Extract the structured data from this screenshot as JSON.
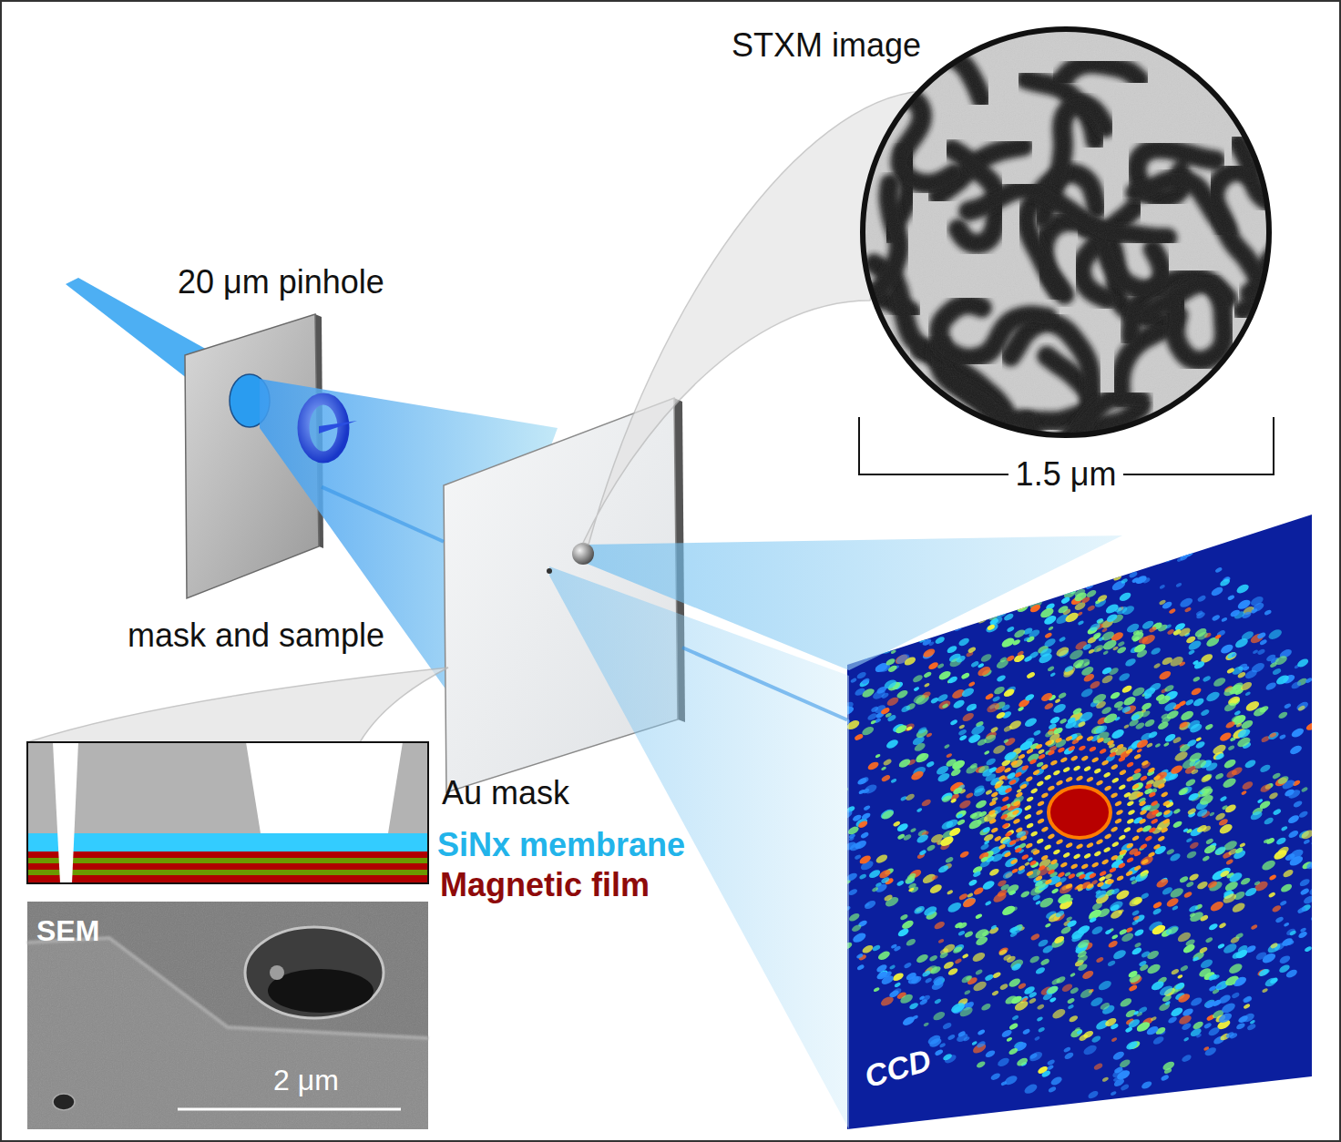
{
  "diagram": {
    "nodes": [
      {
        "text": [
          "20 μm pinhole"
        ]
      },
      {
        "text": [
          "STXM image"
        ]
      },
      {
        "text": [
          "mask and sample"
        ]
      },
      {
        "text": [
          "Au mask",
          "SiNx membrane",
          "Magnetic film"
        ]
      },
      {
        "text": [
          "SEM",
          "2 μm"
        ]
      },
      {
        "text": [
          "CCD"
        ]
      }
    ],
    "edges": [
      {
        "from": 0,
        "to": 2,
        "arrow": "none"
      },
      {
        "from": 2,
        "to": 5,
        "arrow": "none"
      }
    ],
    "labels": [
      "1.5 μm"
    ]
  }
}
